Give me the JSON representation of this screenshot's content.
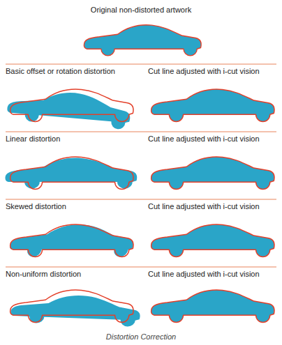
{
  "diagram": {
    "caption": "Distortion Correction",
    "labels": [
      "Original non-distorted artwork",
      "Basic offset or rotation distortion",
      "Cut line adjusted with i-cut vision",
      "Linear distortion",
      "Cut line adjusted with i-cut vision",
      "Skewed distortion",
      "Cut line adjusted with i-cut vision",
      "Non-uniform distortion",
      "Cut line adjusted with i-cut vision"
    ]
  }
}
